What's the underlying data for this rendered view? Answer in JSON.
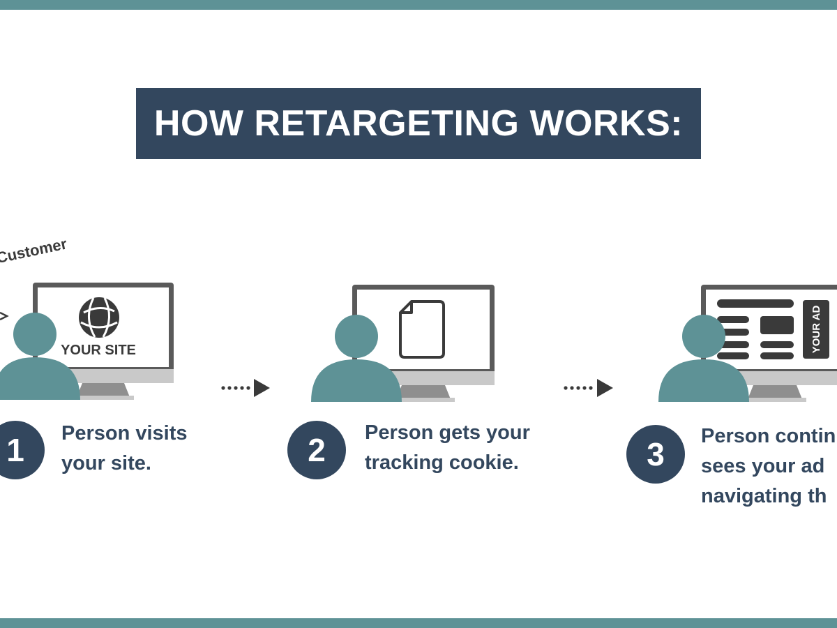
{
  "title": "HOW RETARGETING WORKS:",
  "customer_label": "Customer",
  "site_label": "YOUR SITE",
  "ad_label": "YOUR AD",
  "steps": [
    {
      "number": "1",
      "lines": [
        "Person visits",
        "your site."
      ]
    },
    {
      "number": "2",
      "lines": [
        "Person gets your",
        "tracking cookie."
      ]
    },
    {
      "number": "3",
      "lines": [
        "Person contin",
        "sees your ad",
        "navigating th"
      ]
    }
  ],
  "colors": {
    "navy": "#33475e",
    "teal": "#5e9296",
    "screen_frame": "#5a5a5a",
    "monitor_base": "#c9c9c9",
    "icon_dark": "#3a3a3a"
  },
  "icons": [
    "globe-icon",
    "document-icon",
    "person-icon",
    "monitor-icon",
    "arrow-icon"
  ]
}
